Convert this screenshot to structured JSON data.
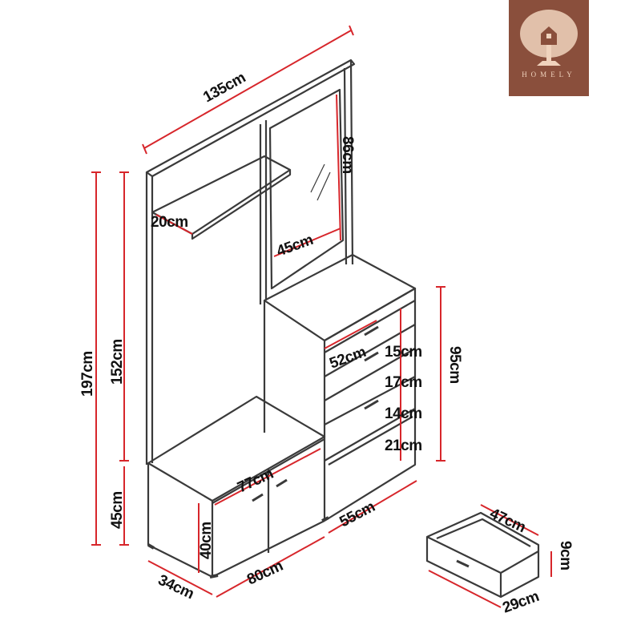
{
  "logo": {
    "brand": "HOMELY",
    "background": "#8a4f3c",
    "foreground": "#f0d3bd"
  },
  "colors": {
    "dimension_line": "#d7262b",
    "outline": "#3a3a3a"
  },
  "dimensions": {
    "total_width": "135cm",
    "mirror_height": "86cm",
    "shelf_depth": "20cm",
    "mirror_width": "45cm",
    "total_height": "197cm",
    "hanging_height": "152cm",
    "bench_height": "45cm",
    "chest_depth": "52cm",
    "drawer_1": "15cm",
    "drawer_2": "17cm",
    "drawer_3": "14cm",
    "drawer_4": "21cm",
    "chest_height": "95cm",
    "bench_inner_width": "77cm",
    "door_height": "40cm",
    "chest_width": "55cm",
    "depth": "34cm",
    "bench_width": "80cm",
    "drawer_width": "47cm",
    "drawer_height": "9cm",
    "drawer_depth": "29cm"
  }
}
